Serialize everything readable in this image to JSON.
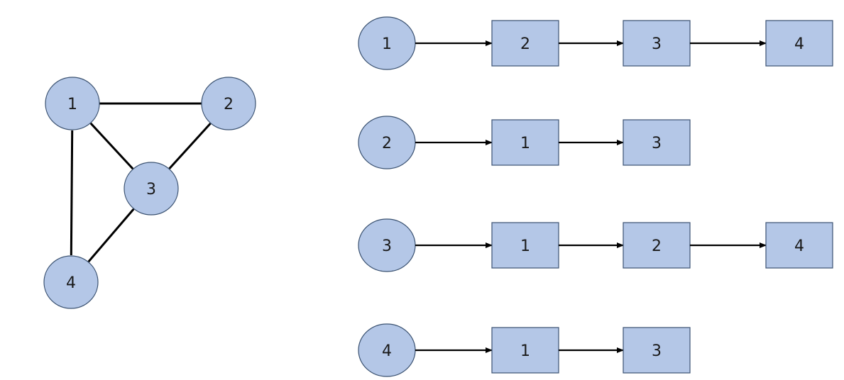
{
  "colors": {
    "node_fill": "#b4c7e7",
    "node_stroke": "#3b5271",
    "edge": "#000000",
    "text": "#1a1a1a"
  },
  "graph": {
    "nodes": [
      {
        "id": "1",
        "label": "1"
      },
      {
        "id": "2",
        "label": "2"
      },
      {
        "id": "3",
        "label": "3"
      },
      {
        "id": "4",
        "label": "4"
      }
    ],
    "edges": [
      [
        "1",
        "2"
      ],
      [
        "1",
        "3"
      ],
      [
        "1",
        "4"
      ],
      [
        "2",
        "3"
      ],
      [
        "3",
        "4"
      ]
    ]
  },
  "adjacency_list": [
    {
      "head": "1",
      "neighbors": [
        "2",
        "3",
        "4"
      ]
    },
    {
      "head": "2",
      "neighbors": [
        "1",
        "3"
      ]
    },
    {
      "head": "3",
      "neighbors": [
        "1",
        "2",
        "4"
      ]
    },
    {
      "head": "4",
      "neighbors": [
        "1",
        "3"
      ]
    }
  ]
}
